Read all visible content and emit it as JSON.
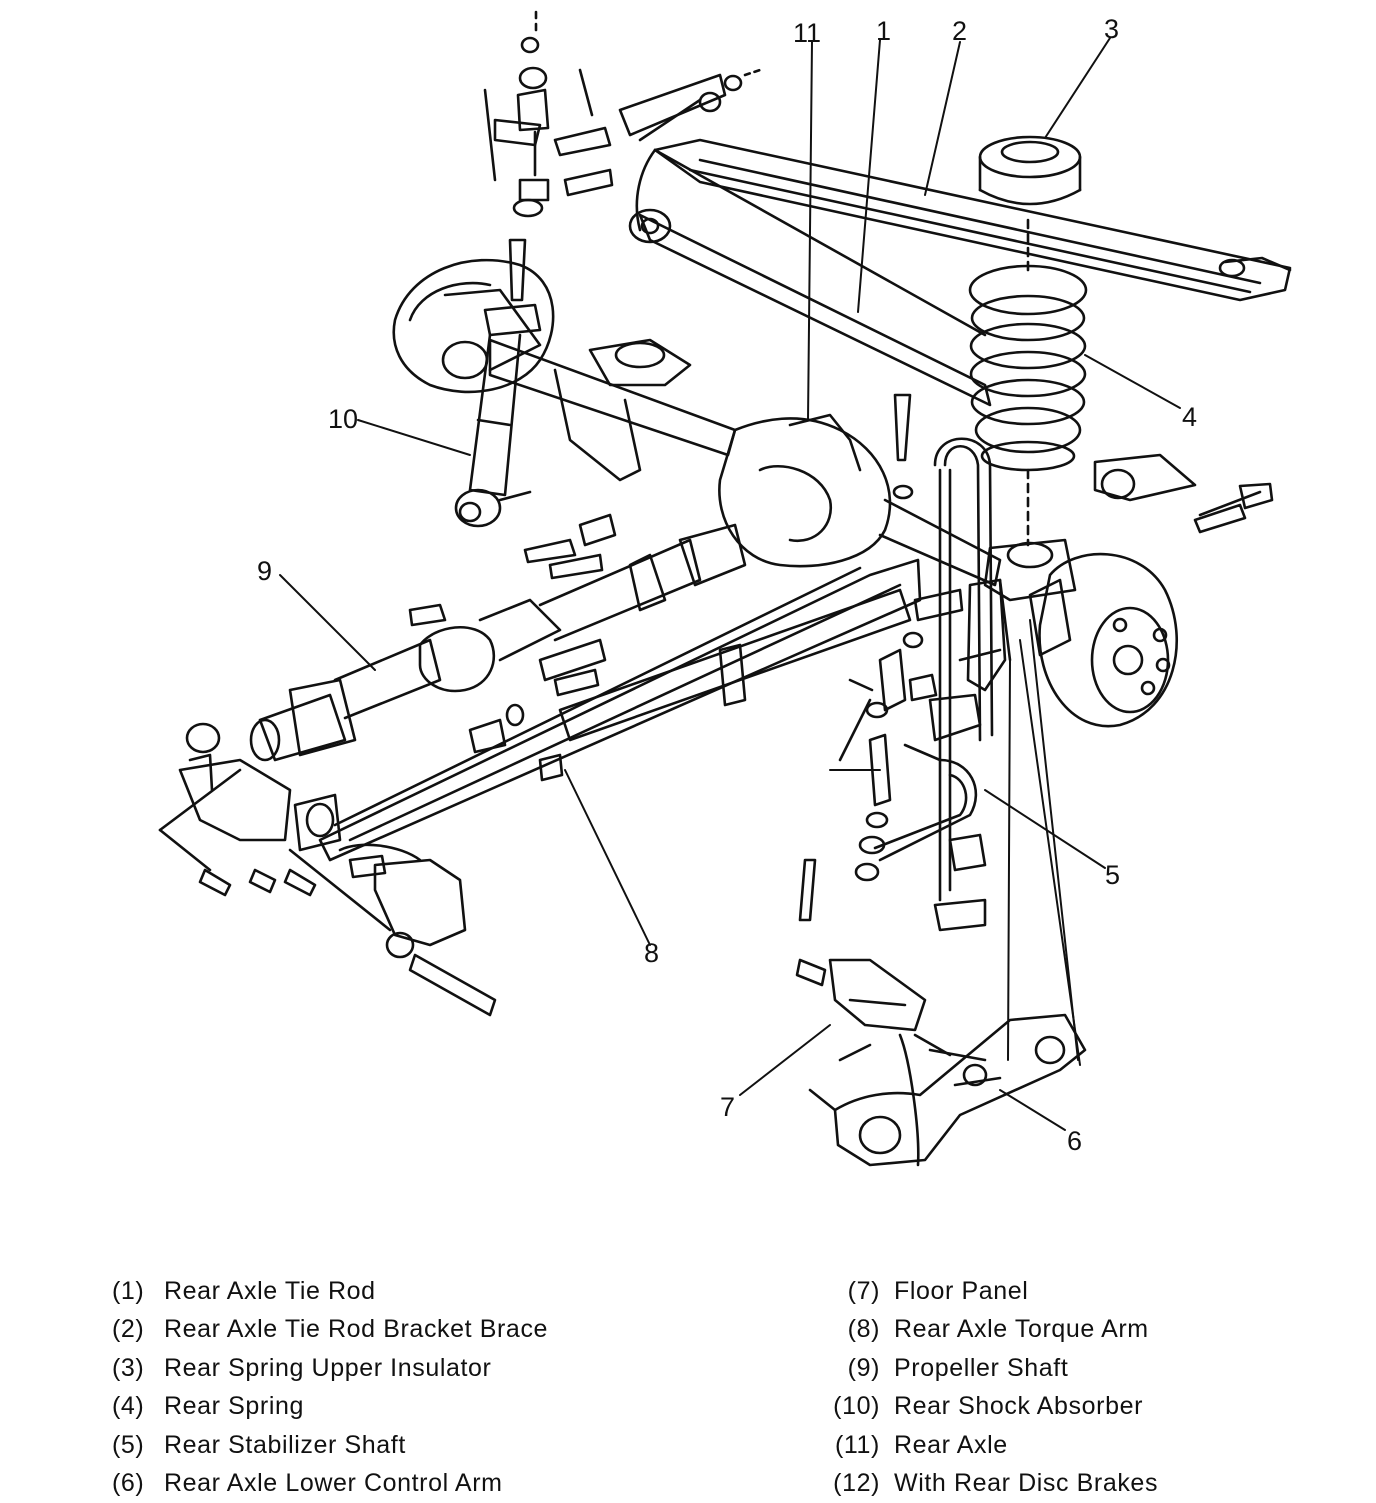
{
  "diagram": {
    "callouts": [
      "1",
      "2",
      "3",
      "4",
      "5",
      "6",
      "7",
      "8",
      "9",
      "10",
      "11"
    ]
  },
  "legend": {
    "left": [
      {
        "num": "(1)",
        "label": "Rear Axle Tie Rod"
      },
      {
        "num": "(2)",
        "label": "Rear Axle Tie Rod Bracket Brace"
      },
      {
        "num": "(3)",
        "label": "Rear Spring Upper Insulator"
      },
      {
        "num": "(4)",
        "label": "Rear Spring"
      },
      {
        "num": "(5)",
        "label": "Rear Stabilizer Shaft"
      },
      {
        "num": "(6)",
        "label": "Rear Axle Lower Control Arm"
      }
    ],
    "right": [
      {
        "num": "(7)",
        "label": "Floor Panel"
      },
      {
        "num": "(8)",
        "label": "Rear Axle Torque Arm"
      },
      {
        "num": "(9)",
        "label": "Propeller Shaft"
      },
      {
        "num": "(10)",
        "label": "Rear Shock Absorber"
      },
      {
        "num": "(11)",
        "label": "Rear Axle"
      },
      {
        "num": "(12)",
        "label": "With Rear Disc Brakes"
      }
    ]
  }
}
